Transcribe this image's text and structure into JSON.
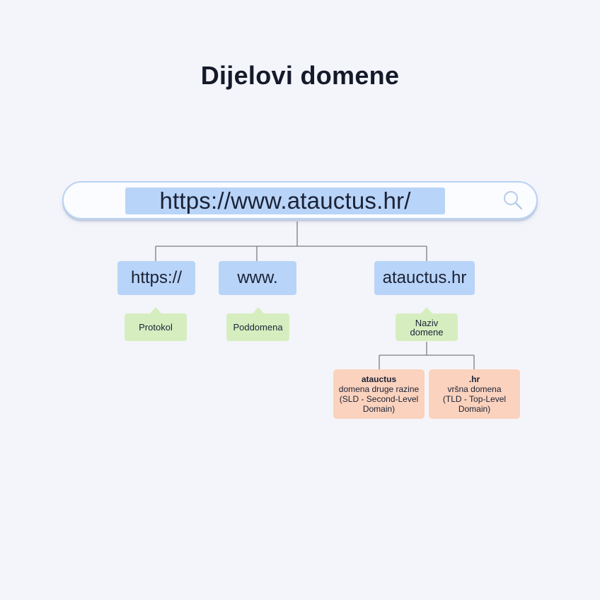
{
  "title": "Dijelovi domene",
  "url": "https://www.atauctus.hr/",
  "search_icon": "magnifier-icon",
  "parts": [
    {
      "label": "https://",
      "tag": "Protokol"
    },
    {
      "label": "www.",
      "tag": "Poddomena"
    },
    {
      "label": "atauctus.hr",
      "tag_lines": [
        "Naziv",
        "domene"
      ]
    }
  ],
  "details": [
    {
      "bold": "atauctus",
      "lines": [
        "domena druge razine",
        "(SLD - Second-Level",
        "Domain)"
      ]
    },
    {
      "bold": ".hr",
      "lines": [
        "vršna domena",
        "(TLD - Top-Level",
        "Domain)"
      ]
    }
  ],
  "colors": {
    "background": "#f4f5fa",
    "highlight_blue": "#b8d4f8",
    "label_green": "#d6eebf",
    "detail_orange": "#fbd2bd",
    "connector_gray": "#7d7d7d"
  }
}
